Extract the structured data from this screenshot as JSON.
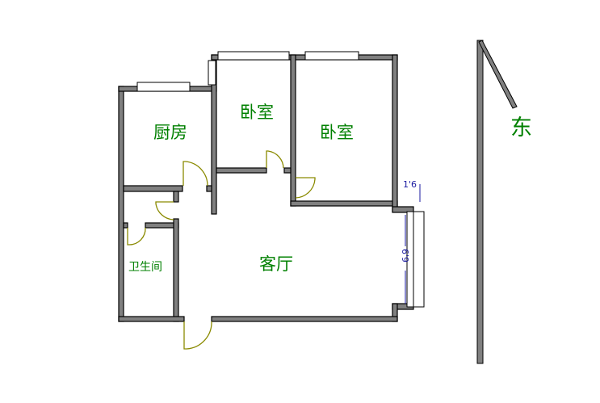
{
  "rooms": {
    "kitchen": "厨房",
    "bedroom_1": "卧室",
    "bedroom_2": "卧室",
    "bathroom": "卫生间",
    "living_room": "客厅"
  },
  "dimensions": {
    "bay_depth": "1'6",
    "bay_width": "6'9"
  },
  "compass": {
    "direction_label": "东"
  },
  "colors": {
    "wall": "#808080",
    "room_label": "#008000",
    "door": "#8a8a00",
    "dimension": "#1a1aa0"
  }
}
